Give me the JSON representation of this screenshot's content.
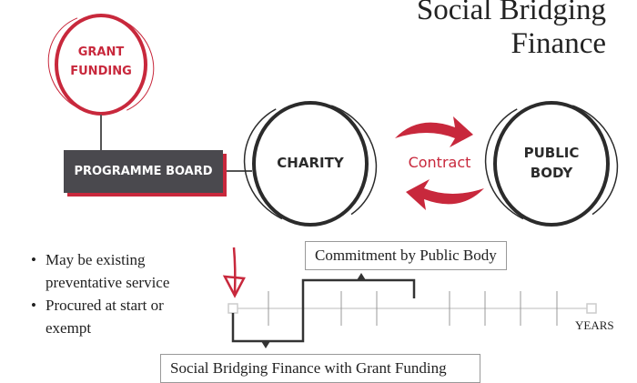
{
  "title": {
    "line1": "Social Bridging",
    "line2": "Finance"
  },
  "nodes": {
    "grant_funding": {
      "line1": "GRANT",
      "line2": "FUNDING"
    },
    "programme_board": "PROGRAMME BOARD",
    "charity": "CHARITY",
    "public_body": {
      "line1": "PUBLIC",
      "line2": "BODY"
    },
    "contract": "Contract"
  },
  "bullets": [
    "May be existing preventative service",
    "Procured at start or exempt"
  ],
  "timeline": {
    "commitment_label": "Commitment by Public Body",
    "bridging_label": "Social Bridging Finance with Grant Funding",
    "axis_label": "YEARS"
  },
  "colors": {
    "accent": "#c8283c",
    "dark": "#4a494e"
  }
}
